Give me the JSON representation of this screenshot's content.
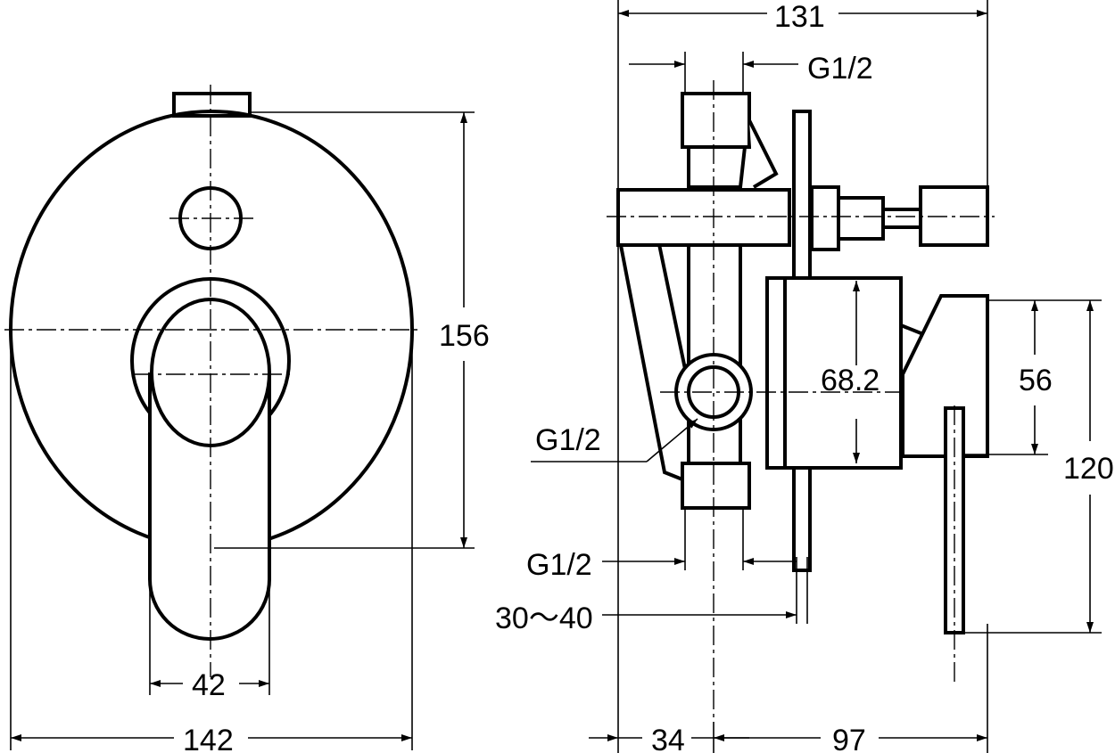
{
  "front_view": {
    "height_label": "156",
    "handle_width_label": "42",
    "width_label": "142"
  },
  "side_view": {
    "overall_depth_label": "131",
    "top_thread_label": "G1/2",
    "cartridge_label": "68.2",
    "lever_height_label": "56",
    "lever_length_label": "120",
    "side_thread_label": "G1/2",
    "bottom_thread_label": "G1/2",
    "wall_range_label": "30～40",
    "depth_a_label": "34",
    "depth_b_label": "97"
  }
}
